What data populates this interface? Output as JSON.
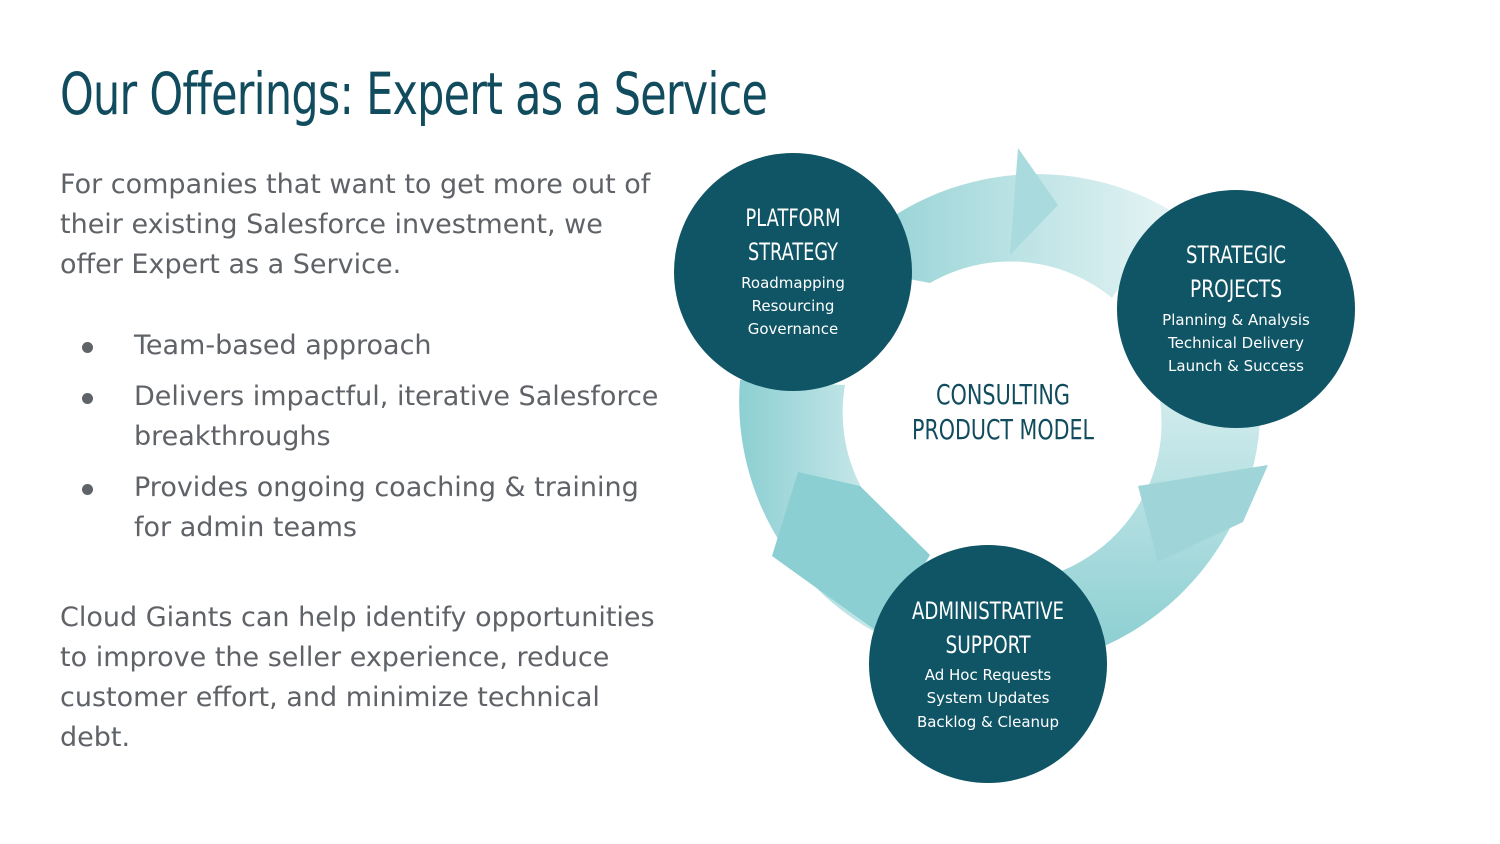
{
  "slide": {
    "title": "Our Offerings: Expert as a Service",
    "intro": "For companies that want to get more out of their existing Salesforce investment, we offer Expert as a Service.",
    "bullets": [
      "Team-based approach",
      "Delivers impactful, iterative Salesforce breakthroughs",
      "Provides ongoing coaching & training for admin teams"
    ],
    "closing": "Cloud Giants can help identify opportunities to improve the seller experience, reduce customer effort, and minimize technical debt."
  },
  "diagram": {
    "center": {
      "line1": "CONSULTING",
      "line2": "PRODUCT MODEL"
    },
    "nodes": [
      {
        "title1": "PLATFORM",
        "title2": "STRATEGY",
        "items": [
          "Roadmapping",
          "Resourcing",
          "Governance"
        ]
      },
      {
        "title1": "STRATEGIC",
        "title2": "PROJECTS",
        "items": [
          "Planning & Analysis",
          "Technical Delivery",
          "Launch & Success"
        ]
      },
      {
        "title1": "ADMINISTRATIVE",
        "title2": "SUPPORT",
        "items": [
          "Ad Hoc Requests",
          "System Updates",
          "Backlog & Cleanup"
        ]
      }
    ]
  },
  "colors": {
    "title": "#114c5e",
    "body_text": "#5f6368",
    "circle": "#0f5565",
    "ring_dark": "#8ccfd2",
    "ring_light": "#e4f3f4",
    "center_text": "#114c5e"
  }
}
